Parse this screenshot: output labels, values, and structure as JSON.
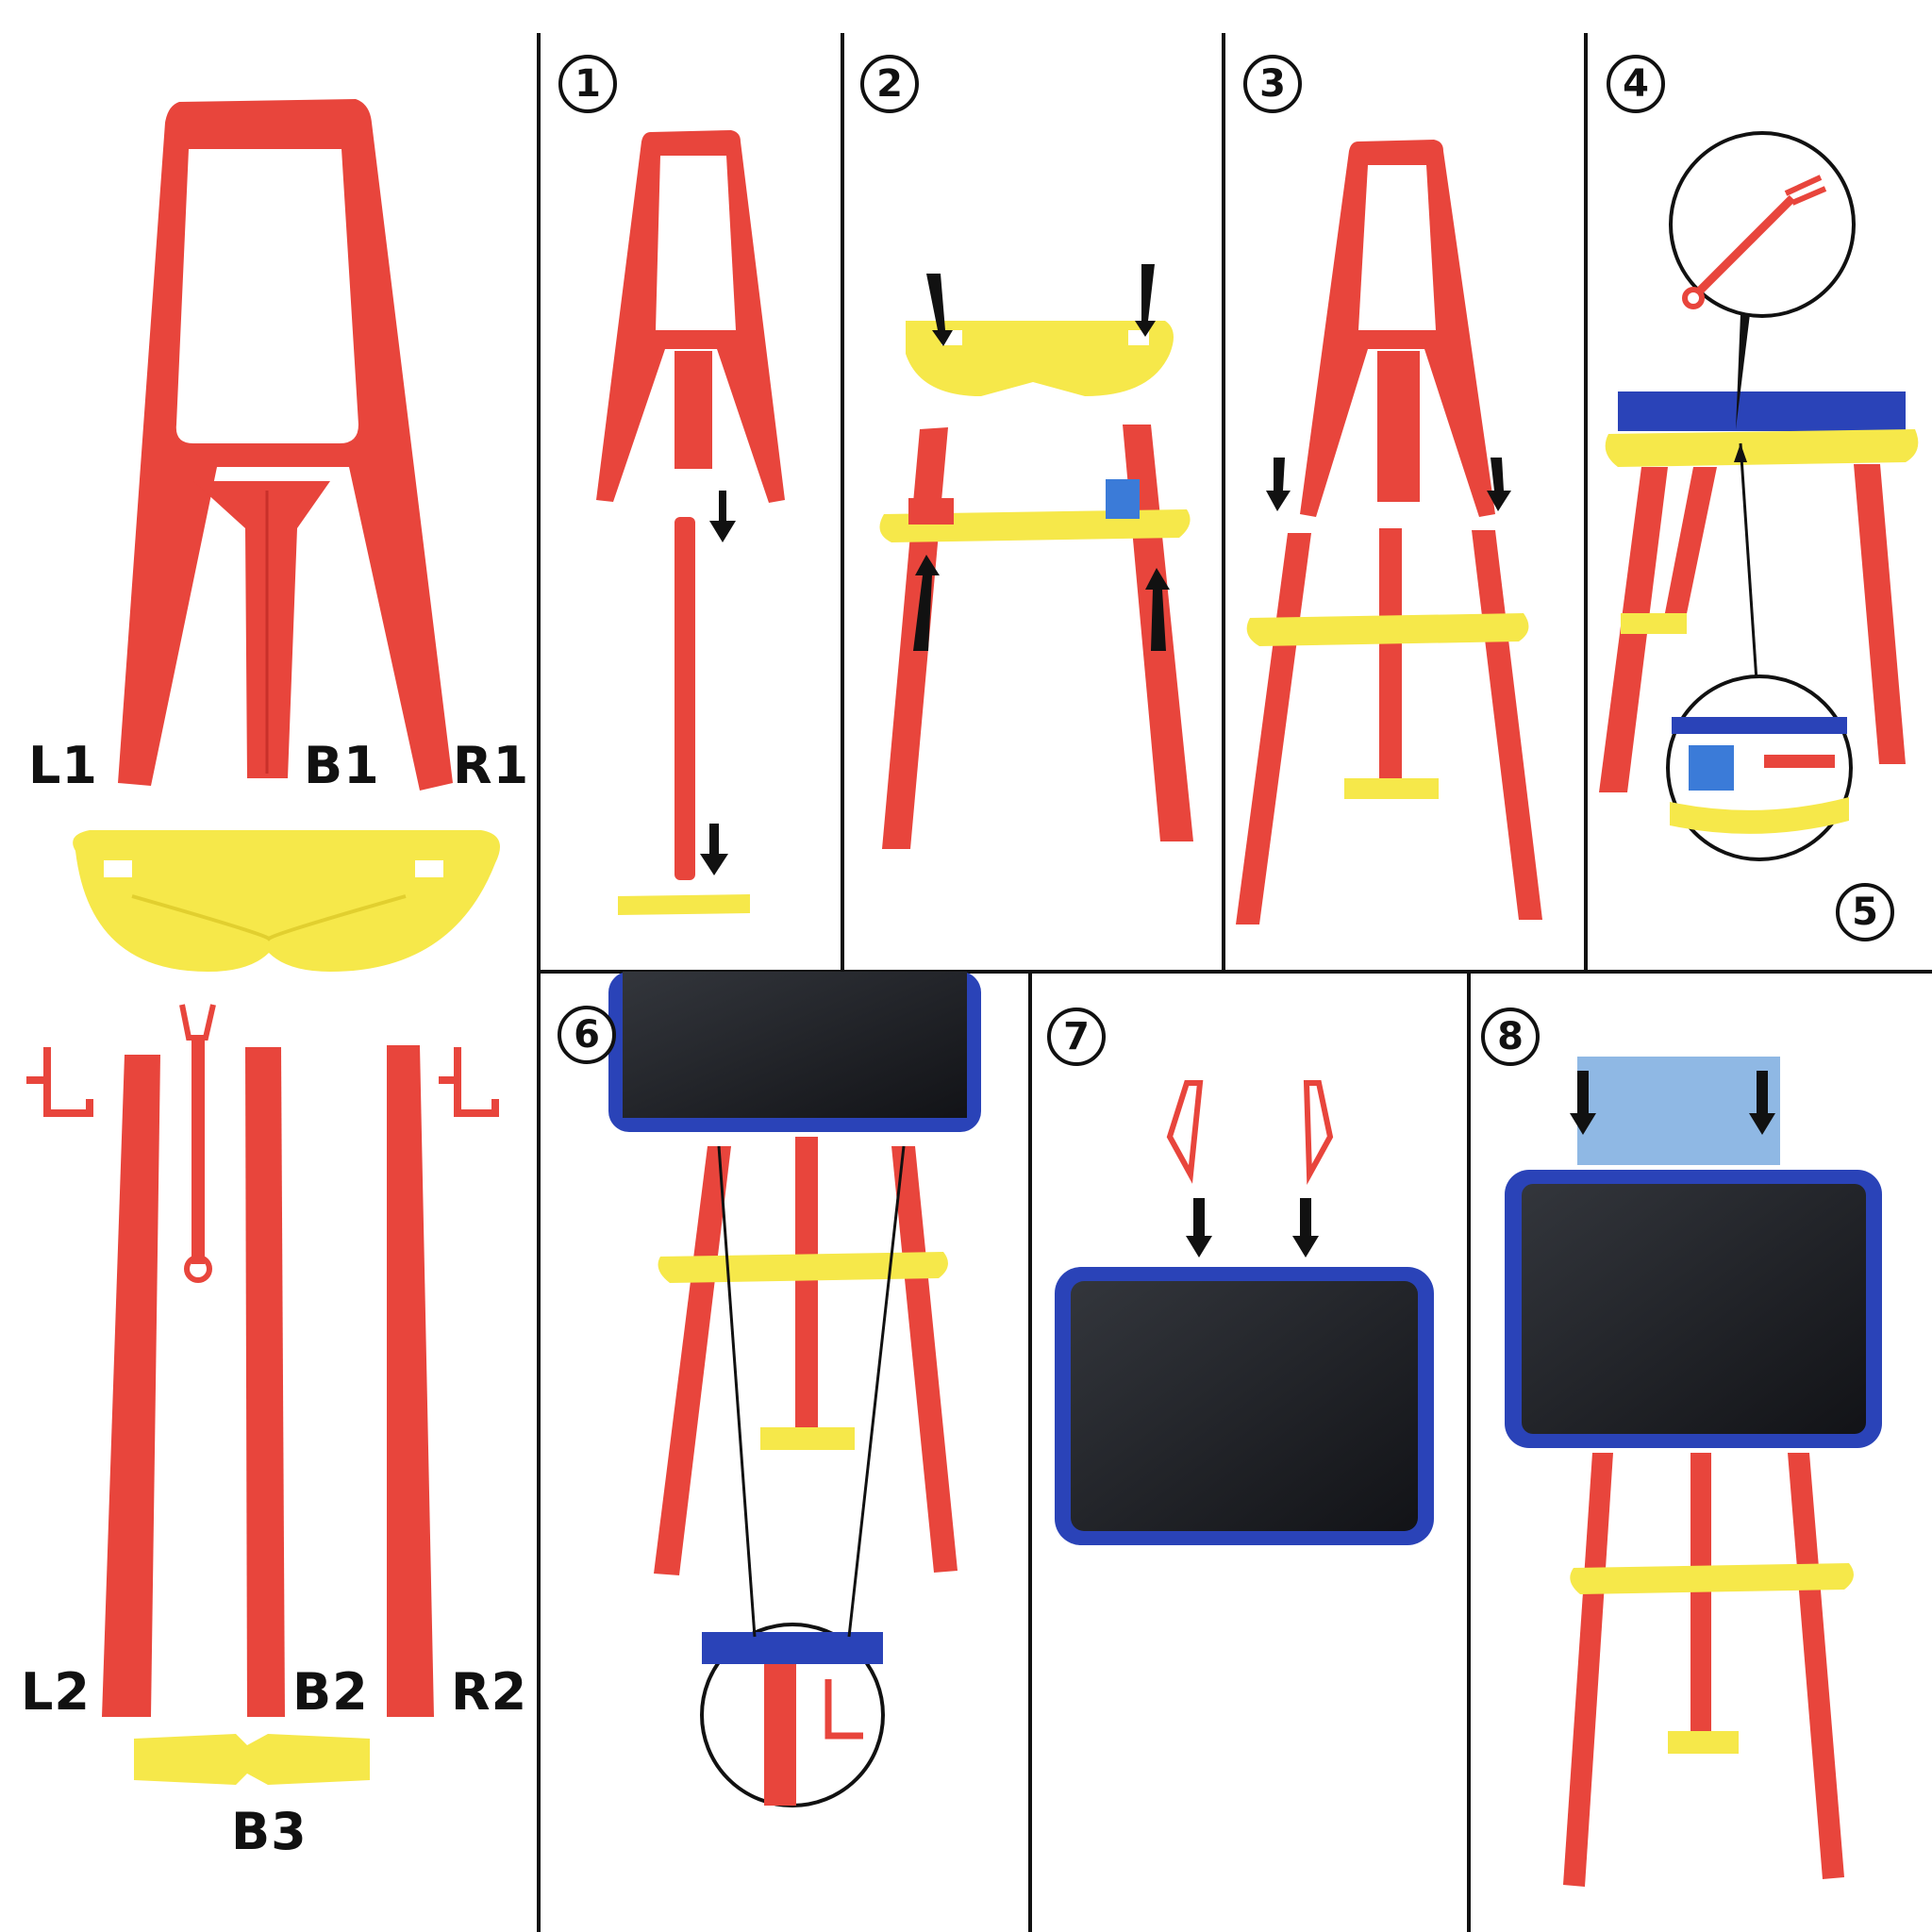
{
  "parts": {
    "L1": "L1",
    "B1": "B1",
    "R1": "R1",
    "L2": "L2",
    "B2": "B2",
    "R2": "R2",
    "B3": "B3"
  },
  "steps": [
    "1",
    "2",
    "3",
    "4",
    "5",
    "6",
    "7",
    "8"
  ],
  "colors": {
    "frame": "#e8453c",
    "frame_dark": "#c9302a",
    "tray": "#f6e84a",
    "board": "#1d1f24",
    "board_border": "#2a43b8",
    "grid_line": "#111111"
  }
}
